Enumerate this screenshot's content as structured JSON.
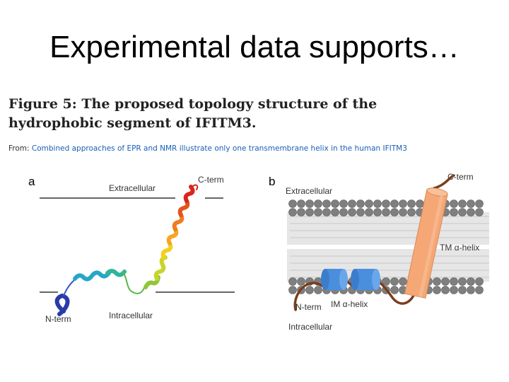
{
  "slide": {
    "title": "Experimental data supports…"
  },
  "figure": {
    "title": "Figure 5: The proposed topology structure of the hydrophobic segment of IFITM3.",
    "source_prefix": "From:",
    "source_link": "Combined approaches of EPR and NMR illustrate only one transmembrane helix in the human IFITM3",
    "panel_a": {
      "label": "a",
      "extracellular": "Extracellular",
      "intracellular": "Intracellular",
      "c_term": "C-term",
      "n_term": "N-term"
    },
    "panel_b": {
      "label": "b",
      "extracellular": "Extracellular",
      "intracellular": "Intracellular",
      "c_term": "C-term",
      "n_term": "N-term",
      "tm_helix": "TM α-helix",
      "im_helix": "IM α-helix"
    }
  },
  "colors": {
    "link": "#1a5fb4",
    "tm_cylinder": "#f6a776",
    "im_cylinder": "#4a8fde",
    "lipid_head": "#7f7f7f",
    "loop": "#7a3e1d"
  }
}
